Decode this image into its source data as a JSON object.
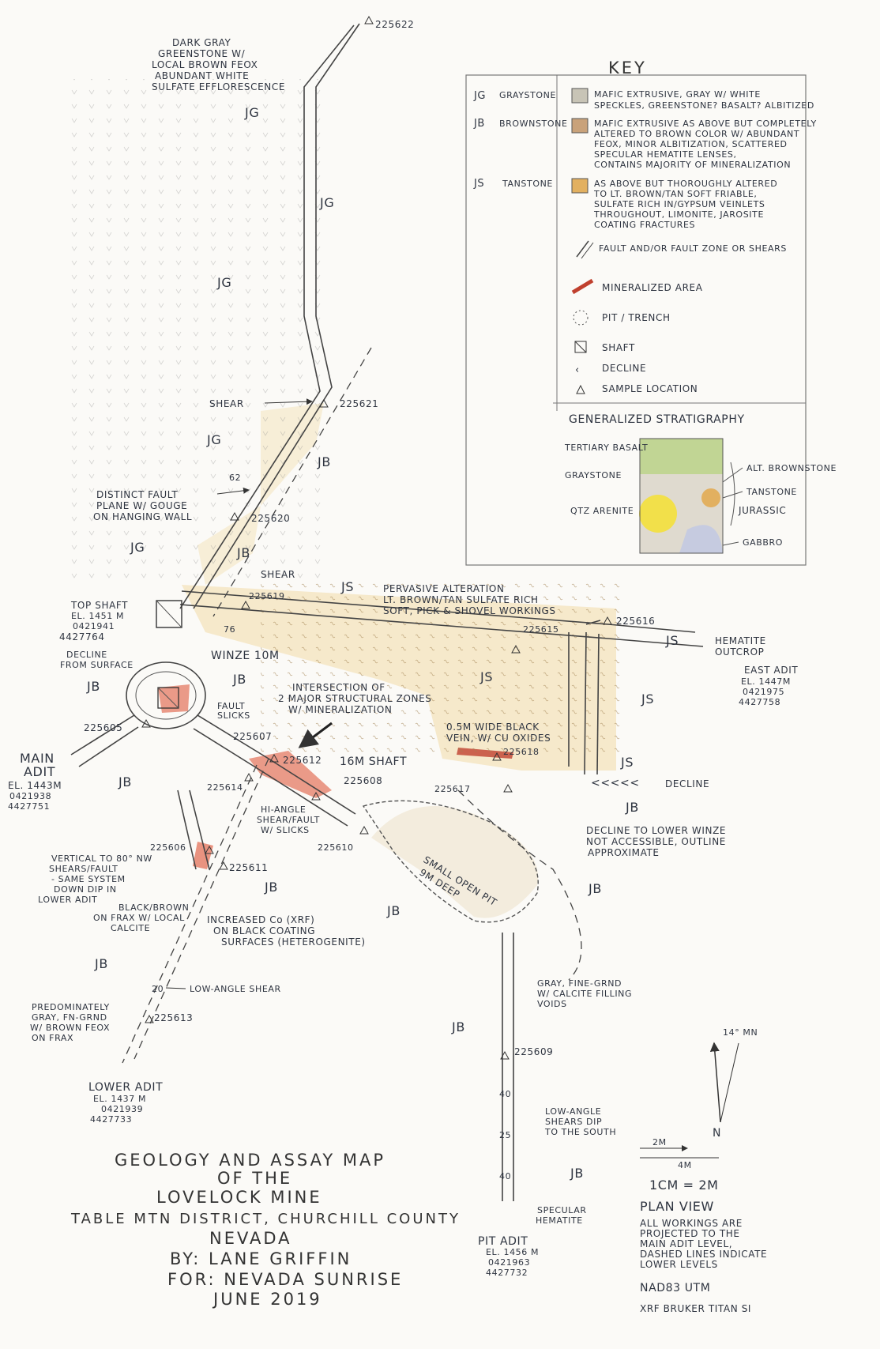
{
  "map_title": {
    "line1": "GEOLOGY AND ASSAY MAP",
    "line2": "OF THE",
    "line3": "LOVELOCK MINE",
    "line4": "TABLE MTN DISTRICT, CHURCHILL COUNTY",
    "line5": "NEVADA",
    "author": "BY: LANE GRIFFIN",
    "client": "FOR: NEVADA SUNRISE",
    "date": "JUNE 2019"
  },
  "key": {
    "title": "KEY",
    "units": [
      {
        "symbol": "JG",
        "name": "GRAYSTONE",
        "color": "#c8c4b6",
        "desc": [
          "MAFIC EXTRUSIVE, GRAY W/ WHITE",
          "SPECKLES, GREENSTONE? BASALT? ALBITIZED"
        ]
      },
      {
        "symbol": "JB",
        "name": "BROWNSTONE",
        "color": "#c9a27a",
        "desc": [
          "MAFIC EXTRUSIVE AS ABOVE BUT COMPLETELY",
          "ALTERED TO BROWN COLOR W/ ABUNDANT",
          "FEOX, MINOR ALBITIZATION, SCATTERED",
          "SPECULAR HEMATITE LENSES,",
          "CONTAINS MAJORITY OF MINERALIZATION"
        ]
      },
      {
        "symbol": "JS",
        "name": "TANSTONE",
        "color": "#e2b060",
        "desc": [
          "AS ABOVE BUT THOROUGHLY ALTERED",
          "TO LT. BROWN/TAN SOFT FRIABLE,",
          "SULFATE RICH IN/GYPSUM VEINLETS",
          "THROUGHOUT, LIMONITE, JAROSITE",
          "COATING FRACTURES"
        ]
      }
    ],
    "symbols": {
      "fault": "FAULT AND/OR FAULT ZONE OR SHEARS",
      "mineralized": "MINERALIZED AREA",
      "pit": "PIT / TRENCH",
      "shaft": "SHAFT",
      "decline": "DECLINE",
      "sample": "SAMPLE LOCATION"
    },
    "strat": {
      "title": "GENERALIZED STRATIGRAPHY",
      "tertiary_basalt": "TERTIARY BASALT",
      "graystone": "GRAYSTONE",
      "qtz_arenite": "QTZ ARENITE",
      "alt_brownstone": "ALT. BROWNSTONE",
      "tanstone": "TANSTONE",
      "jurassic": "JURASSIC",
      "gabbro": "GABBRO"
    }
  },
  "samples": [
    "225622",
    "225621",
    "225620",
    "225619",
    "225616",
    "225615",
    "225605",
    "225607",
    "225612",
    "225608",
    "225614",
    "225618",
    "225617",
    "225610",
    "225606",
    "225611",
    "225613",
    "225609"
  ],
  "annotations": {
    "northwest_note": [
      "DARK GRAY",
      "GREENSTONE W/",
      "LOCAL BROWN FEOX",
      "ABUNDANT WHITE",
      "SULFATE EFFLORESCENCE"
    ],
    "shear": "SHEAR",
    "distinct_fault": [
      "DISTINCT FAULT",
      "PLANE W/ GOUGE",
      "ON HANGING WALL"
    ],
    "shear2": "SHEAR",
    "pervasive": [
      "PERVASIVE ALTERATION",
      "LT. BROWN/TAN SULFATE RICH",
      "SOFT, PICK & SHOVEL WORKINGS"
    ],
    "top_shaft": [
      "TOP SHAFT",
      "EL. 1451 M",
      "0421941",
      "4427764"
    ],
    "decline_from_surface": [
      "DECLINE",
      "FROM SURFACE"
    ],
    "winze": "WINZE 10M",
    "fault_slicks": [
      "FAULT",
      "SLICKS"
    ],
    "hematite_outcrop": [
      "HEMATITE",
      "OUTCROP"
    ],
    "east_adit": [
      "EAST ADIT",
      "EL. 1447M",
      "0421975",
      "4427758"
    ],
    "intersection": [
      "INTERSECTION OF",
      "2 MAJOR STRUCTURAL ZONES",
      "W/ MINERALIZATION"
    ],
    "black_vein": [
      "0.5M WIDE BLACK",
      "VEIN, W/ CU OXIDES"
    ],
    "shaft16": "16M SHAFT",
    "decline_label": "DECLINE",
    "main_adit": [
      "MAIN",
      "ADIT",
      "EL. 1443M",
      "0421938",
      "4427751"
    ],
    "hi_angle": [
      "HI-ANGLE",
      "SHEAR/FAULT",
      "W/ SLICKS"
    ],
    "decline_lower": [
      "DECLINE TO LOWER WINZE",
      "NOT ACCESSIBLE, OUTLINE",
      "APPROXIMATE"
    ],
    "small_pit": [
      "SMALL OPEN PIT",
      "9M DEEP"
    ],
    "vertical_shears": [
      "VERTICAL TO 80° NW",
      "SHEARS/FAULT",
      "- SAME SYSTEM",
      "DOWN DIP IN",
      "LOWER ADIT"
    ],
    "black_brown": [
      "BLACK/BROWN",
      "ON FRAX W/ LOCAL",
      "CALCITE"
    ],
    "increased_co": [
      "INCREASED Co (XRF)",
      "ON BLACK COATING",
      "SURFACES (HETEROGENITE)"
    ],
    "low_angle_shear": "LOW-ANGLE SHEAR",
    "predominately": [
      "PREDOMINATELY",
      "GRAY, FN-GRND",
      "W/ BROWN FEOX",
      "ON FRAX"
    ],
    "gray_fine": [
      "GRAY, FINE-GRND",
      "W/ CALCITE FILLING",
      "VOIDS"
    ],
    "lower_adit": [
      "LOWER ADIT",
      "EL. 1437 M",
      "0421939",
      "4427733"
    ],
    "low_angle_south": [
      "LOW-ANGLE",
      "SHEARS DIP",
      "TO THE SOUTH"
    ],
    "specular": [
      "SPECULAR",
      "HEMATITE"
    ],
    "pit_adit": [
      "PIT ADIT",
      "EL. 1456 M",
      "0421963",
      "4427732"
    ],
    "dip62": "62",
    "dip76": "76",
    "dip20": "20",
    "dip40a": "40",
    "dip25": "25",
    "dip40b": "40"
  },
  "unit_labels": {
    "jg": "JG",
    "jb": "JB",
    "js": "JS"
  },
  "north_arrow": {
    "declination": "14° MN",
    "label": "N"
  },
  "scale": {
    "a": "2M",
    "b": "4M",
    "ratio": "1CM = 2M"
  },
  "plan": {
    "title": "PLAN VIEW",
    "note": [
      "ALL WORKINGS ARE",
      "PROJECTED TO THE",
      "MAIN ADIT LEVEL,",
      "DASHED LINES INDICATE",
      "LOWER LEVELS"
    ],
    "datum": "NAD83 UTM",
    "xrf": "XRF BRUKER TITAN SI"
  },
  "colors": {
    "tan": "#f0d39a",
    "mineral": "#d9543c",
    "yellow": "#f2e04a",
    "green": "#a8c56a"
  }
}
